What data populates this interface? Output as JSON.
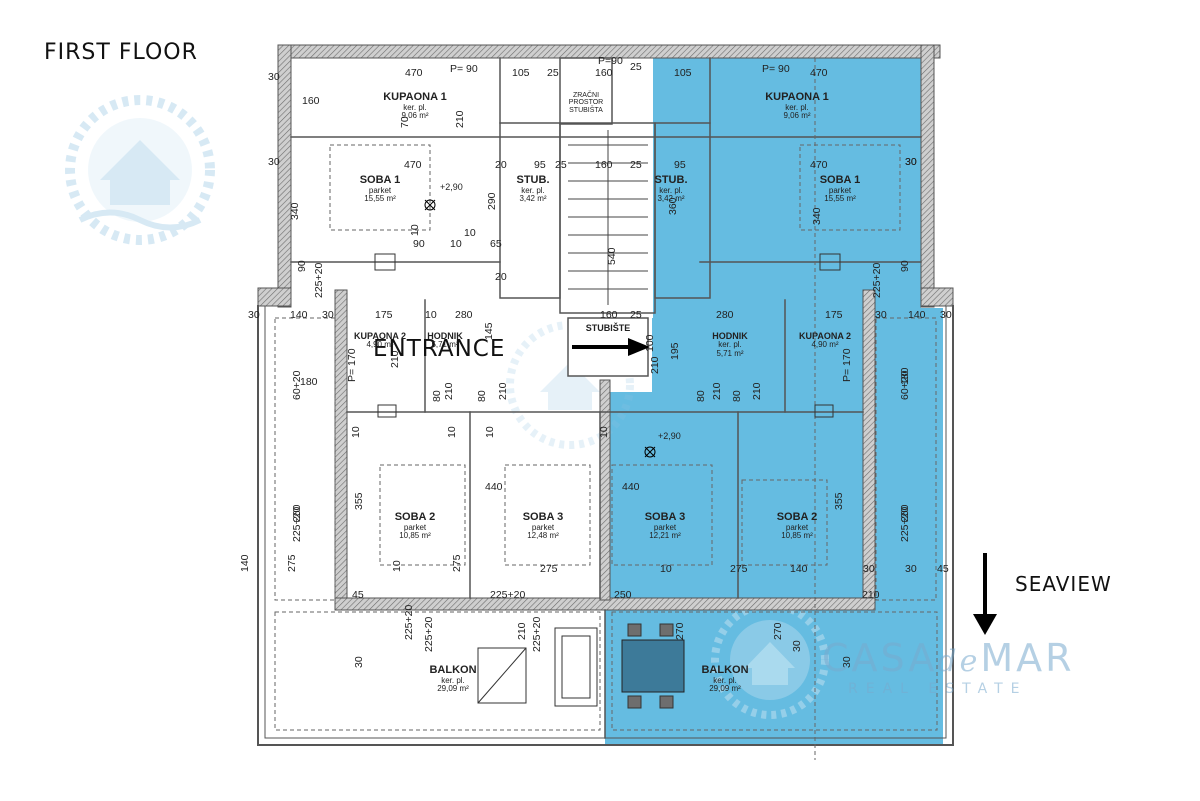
{
  "title": "FIRST FLOOR",
  "entrance_label": "ENTRANCE",
  "seaview_label": "SEAVIEW",
  "watermark": {
    "brand_main": "CASA",
    "brand_script": "de",
    "brand_end": "MAR",
    "brand_sub": "REAL ESTATE"
  },
  "colors": {
    "highlight": "#4ab0dc",
    "wall": "#555555",
    "watermark": "#8fc3e2"
  },
  "rooms": [
    {
      "id": "kupaona1-left",
      "name": "KUPAONA 1",
      "material": "ker. pl.",
      "area": "9,06 m²"
    },
    {
      "id": "soba1-left",
      "name": "SOBA 1",
      "material": "parket",
      "area": "15,55 m²"
    },
    {
      "id": "stub-left",
      "name": "STUB.",
      "material": "ker. pl.",
      "area": "3,42 m²"
    },
    {
      "id": "zracni",
      "name": "ZRAČNI PROSTOR STUBIŠTA",
      "material": "",
      "area": ""
    },
    {
      "id": "stub-right",
      "name": "STUB.",
      "material": "ker. pl.",
      "area": "3,42 m²"
    },
    {
      "id": "kupaona1-right",
      "name": "KUPAONA 1",
      "material": "ker. pl.",
      "area": "9,06 m²"
    },
    {
      "id": "soba1-right",
      "name": "SOBA 1",
      "material": "parket",
      "area": "15,55 m²"
    },
    {
      "id": "kupaona2-left",
      "name": "KUPAONA 2",
      "material": "",
      "area": "4,90 m²"
    },
    {
      "id": "hodnik-left",
      "name": "HODNIK",
      "material": "",
      "area": "5,71 m²"
    },
    {
      "id": "stubiste",
      "name": "STUBIŠTE",
      "material": "",
      "area": ""
    },
    {
      "id": "hodnik-right",
      "name": "HODNIK",
      "material": "ker. pl.",
      "area": "5,71 m²"
    },
    {
      "id": "kupaona2-right",
      "name": "KUPAONA 2",
      "material": "",
      "area": "4,90 m²"
    },
    {
      "id": "soba2-left",
      "name": "SOBA 2",
      "material": "parket",
      "area": "10,85 m²"
    },
    {
      "id": "soba3-left",
      "name": "SOBA 3",
      "material": "parket",
      "area": "12,48 m²"
    },
    {
      "id": "soba3-right",
      "name": "SOBA 3",
      "material": "parket",
      "area": "12,21 m²"
    },
    {
      "id": "soba2-right",
      "name": "SOBA 2",
      "material": "parket",
      "area": "10,85 m²"
    },
    {
      "id": "balkon-left",
      "name": "BALKON",
      "material": "ker. pl.",
      "area": "29,09 m²"
    },
    {
      "id": "balkon-right",
      "name": "BALKON",
      "material": "ker. pl.",
      "area": "29,09 m²"
    }
  ],
  "levels": [
    "+2,90",
    "+2,90"
  ],
  "dimensions": [
    "30",
    "470",
    "105",
    "25",
    "160",
    "25",
    "105",
    "470",
    "P= 90",
    "P=90",
    "P= 90",
    "160",
    "70",
    "210",
    "30",
    "470",
    "95",
    "25",
    "160",
    "25",
    "95",
    "470",
    "30",
    "20",
    "10",
    "10",
    "90",
    "10",
    "65",
    "20",
    "340",
    "290",
    "540",
    "360",
    "340",
    "30",
    "90",
    "225+20",
    "225+20",
    "90",
    "30",
    "140",
    "30",
    "175",
    "10",
    "280",
    "160",
    "25",
    "280",
    "175",
    "30",
    "140",
    "30",
    "180",
    "60+20",
    "180",
    "60+20",
    "P= 170",
    "P= 170",
    "80",
    "210",
    "80",
    "210",
    "80",
    "210",
    "80",
    "210",
    "210",
    "100",
    "210",
    "195",
    "145",
    "10",
    "10",
    "10",
    "10",
    "440",
    "440",
    "260",
    "225+20",
    "260",
    "225+20",
    "355",
    "355",
    "140",
    "275",
    "10",
    "275",
    "275",
    "10",
    "275",
    "140",
    "30",
    "30",
    "45",
    "45",
    "210",
    "225+20",
    "250",
    "225+20",
    "225+20",
    "210",
    "225+20",
    "270",
    "270",
    "30",
    "30",
    "30"
  ]
}
